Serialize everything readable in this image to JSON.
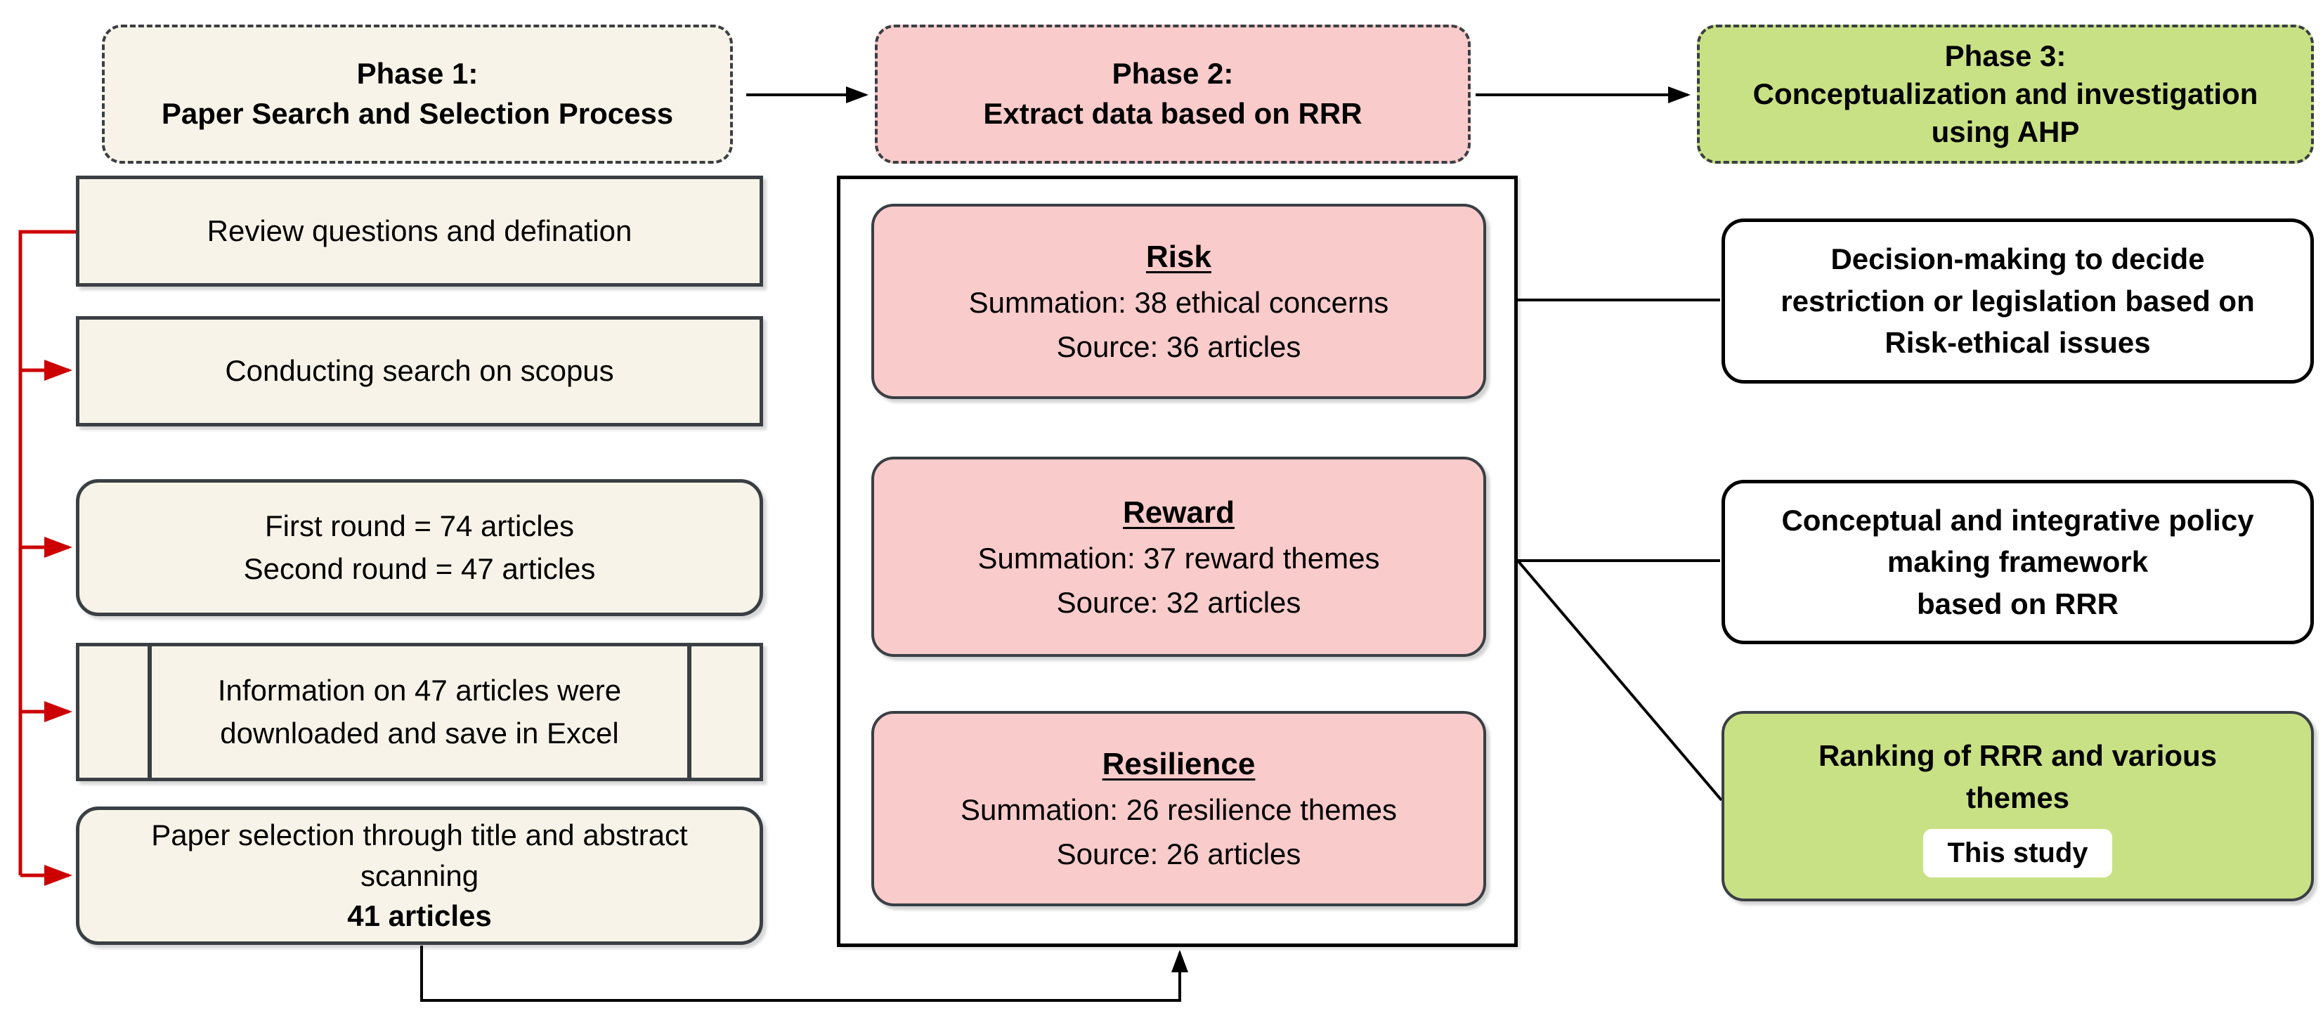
{
  "colors": {
    "beige": "#F7F3E8",
    "pink": "#F9CBCB",
    "green": "#C9E185",
    "red": "#CC0000",
    "dark_border": "#3A3F44",
    "black": "#000000",
    "white": "#FFFFFF"
  },
  "phase_headers": {
    "phase1": "Phase 1:\nPaper Search and Selection Process",
    "phase2": "Phase 2:\nExtract data based on RRR",
    "phase3": "Phase 3:\nConceptualization and investigation\nusing AHP"
  },
  "phase1_steps": {
    "review": "Review questions and defination",
    "search": "Conducting search on scopus",
    "rounds": "First round = 74 articles\nSecond round = 47 articles",
    "excel": "Information on 47 articles were\ndownloaded and save in Excel",
    "selection": "Paper selection through title and abstract\nscanning",
    "selection_count": "41 articles"
  },
  "phase2_boxes": {
    "risk_title": "Risk",
    "risk_line1": "Summation: 38 ethical concerns",
    "risk_line2": "Source: 36 articles",
    "reward_title": "Reward",
    "reward_line1": "Summation: 37 reward themes",
    "reward_line2": "Source: 32 articles",
    "resilience_title": "Resilience",
    "resilience_line1": "Summation: 26 resilience themes",
    "resilience_line2": "Source: 26 articles"
  },
  "phase3_boxes": {
    "decision": "Decision-making to decide\nrestriction or legislation based on\nRisk-ethical issues",
    "framework": "Conceptual and integrative policy\nmaking framework\nbased on RRR",
    "ranking": "Ranking of RRR and various\nthemes",
    "badge": "This study"
  }
}
